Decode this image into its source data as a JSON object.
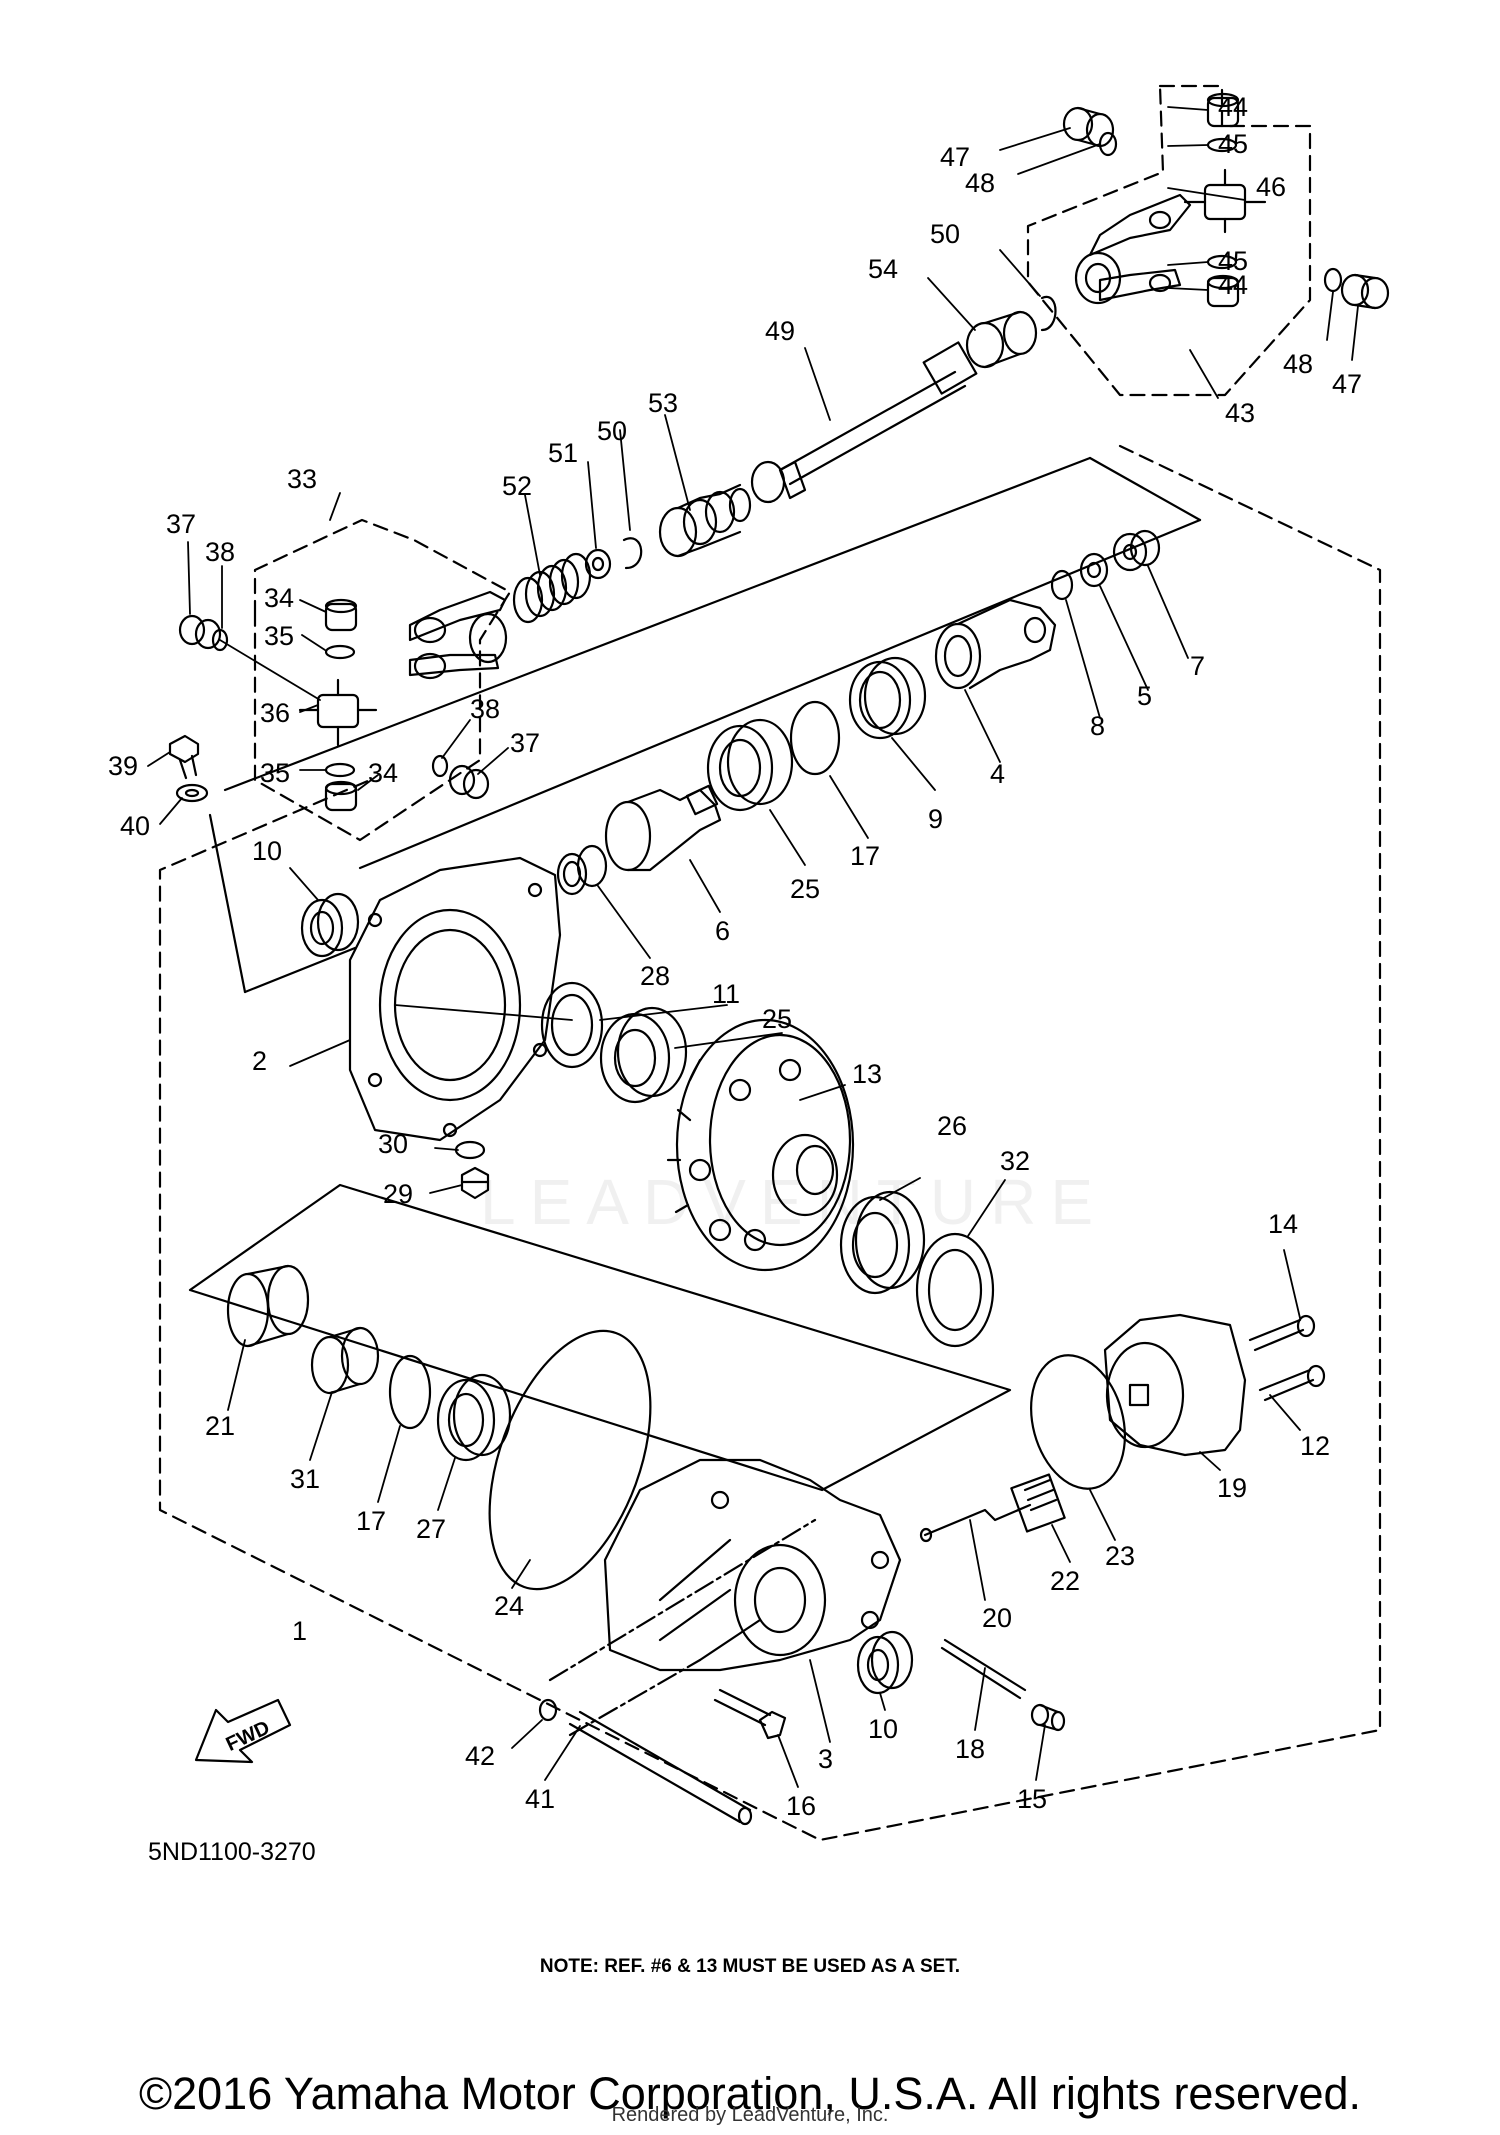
{
  "diagram_code": "5ND1100-3270",
  "fwd_label": "FWD",
  "watermark": "LEADVENTURE",
  "note": "NOTE: REF. #6 & 13 MUST BE USED AS A SET.",
  "copyright": "©2016 Yamaha Motor Corporation, U.S.A. All rights reserved.",
  "rendered_by": "Rendered by LeadVenture, Inc.",
  "callouts": [
    "44",
    "45",
    "46",
    "47",
    "48",
    "45",
    "44",
    "47",
    "48",
    "43",
    "50",
    "54",
    "49",
    "53",
    "50",
    "51",
    "52",
    "33",
    "37",
    "38",
    "34",
    "35",
    "36",
    "38",
    "37",
    "35",
    "34",
    "39",
    "40",
    "7",
    "5",
    "8",
    "4",
    "9",
    "17",
    "25",
    "6",
    "28",
    "10",
    "2",
    "11",
    "25",
    "13",
    "26",
    "32",
    "30",
    "29",
    "14",
    "12",
    "19",
    "21",
    "31",
    "17",
    "27",
    "24",
    "1",
    "23",
    "22",
    "20",
    "10",
    "3",
    "18",
    "15",
    "16",
    "42",
    "41"
  ]
}
